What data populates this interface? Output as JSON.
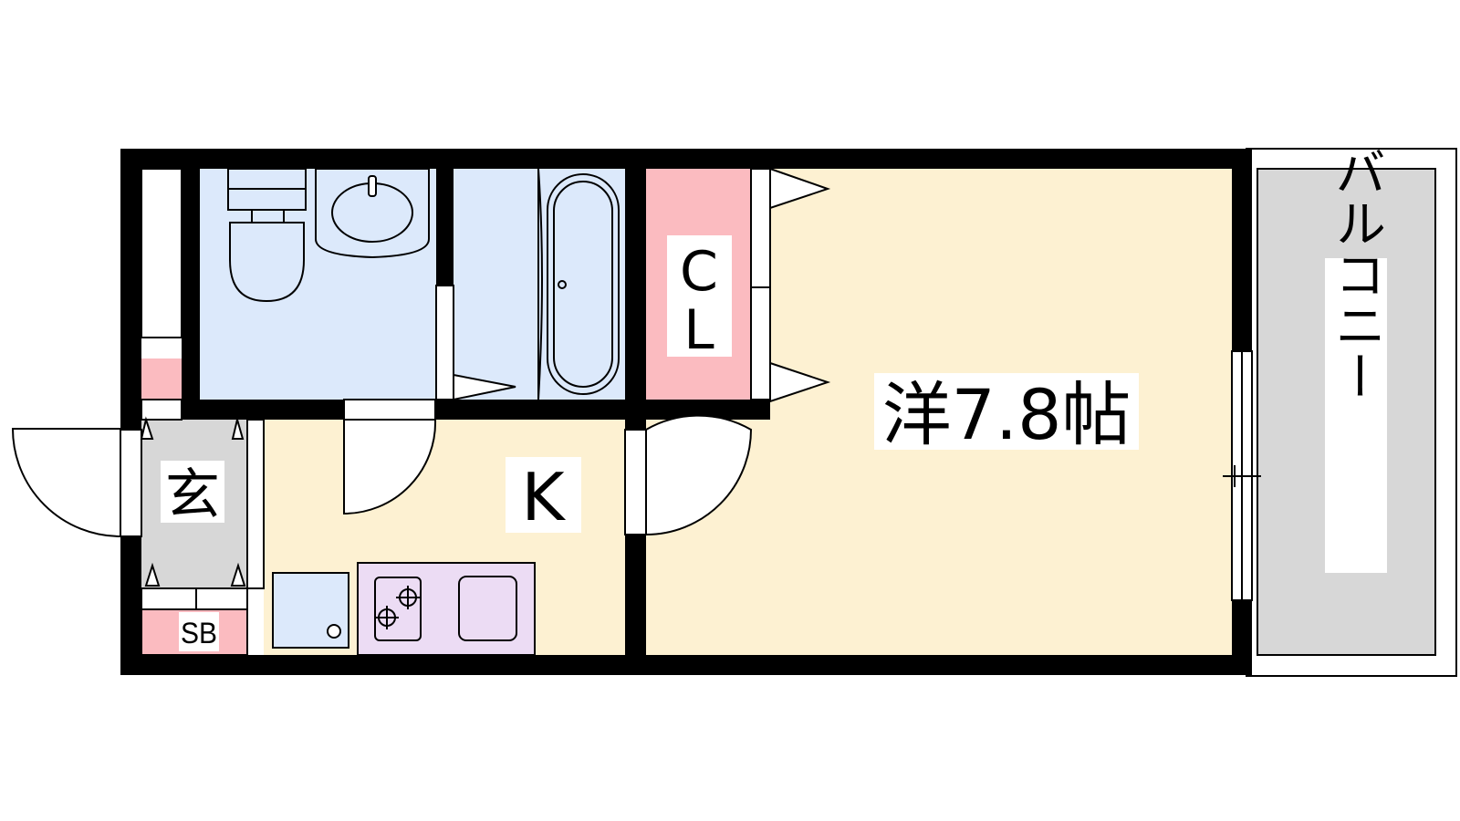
{
  "floorplan": {
    "rooms": {
      "western": {
        "label": "洋7.8帖"
      },
      "kitchen": {
        "label": "K"
      },
      "closet": {
        "line1": "C",
        "line2": "L"
      },
      "entrance": {
        "label": "玄"
      },
      "shoebox": {
        "label": "SB"
      },
      "balcony": {
        "label": "バルコニー"
      }
    },
    "colors": {
      "wall": "#000000",
      "western_floor": "#fdf1d2",
      "wet_area": "#dce9fb",
      "closet": "#fbbbc0",
      "entrance": "#d7d7d7",
      "balcony": "#d7d7d7",
      "stove": "#ecdcf4",
      "shoebox": "#fbbbc0"
    }
  }
}
